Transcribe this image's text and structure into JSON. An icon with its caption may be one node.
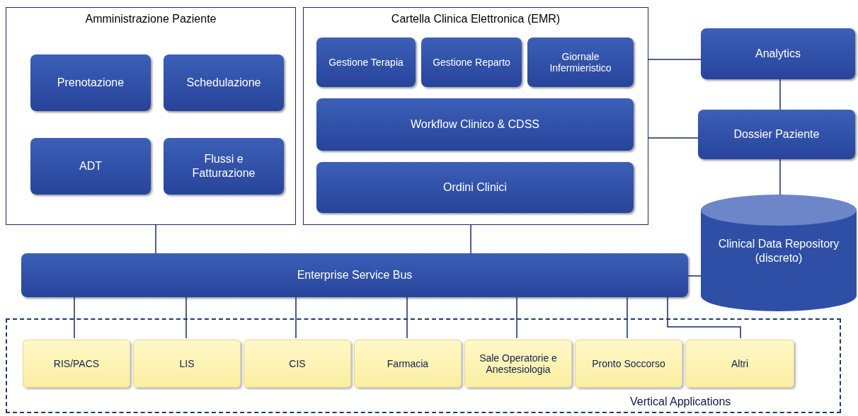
{
  "diagram": {
    "nodes": [
      {
        "text": [
          "Amministrazione Paziente"
        ]
      },
      {
        "text": [
          "Prenotazione"
        ],
        "in": 0
      },
      {
        "text": [
          "Schedulazione"
        ],
        "in": 0
      },
      {
        "text": [
          "ADT"
        ],
        "in": 0
      },
      {
        "text": [
          "Flussi e Fatturazione"
        ],
        "in": 0
      },
      {
        "text": [
          "Cartella Clinica Elettronica (EMR)"
        ]
      },
      {
        "text": [
          "Gestione Terapia"
        ],
        "in": 5
      },
      {
        "text": [
          "Gestione Reparto"
        ],
        "in": 5
      },
      {
        "text": [
          "Giornale Infermieristico"
        ],
        "in": 5
      },
      {
        "text": [
          "Workflow Clinico & CDSS"
        ],
        "in": 5
      },
      {
        "text": [
          "Ordini Clinici"
        ],
        "in": 5
      },
      {
        "text": [
          "Analytics"
        ]
      },
      {
        "text": [
          "Dossier Paziente"
        ]
      },
      {
        "text": [
          "Clinical Data Repository (discreto)"
        ]
      },
      {
        "text": [
          "Enterprise Service Bus"
        ]
      },
      {
        "text": [
          "Vertical Applications"
        ]
      },
      {
        "text": [
          "RIS/PACS"
        ],
        "in": 15
      },
      {
        "text": [
          "LIS"
        ],
        "in": 15
      },
      {
        "text": [
          "CIS"
        ],
        "in": 15
      },
      {
        "text": [
          "Farmacia"
        ],
        "in": 15
      },
      {
        "text": [
          "Sale Operatorie e Anestesiologia"
        ],
        "in": 15
      },
      {
        "text": [
          "Pronto Soccorso"
        ],
        "in": 15
      },
      {
        "text": [
          "Altri"
        ],
        "in": 15
      }
    ],
    "edges": [
      {
        "from": 0,
        "to": 14,
        "arrow": "none"
      },
      {
        "from": 5,
        "to": 14,
        "arrow": "none"
      },
      {
        "from": 5,
        "to": 11,
        "arrow": "none"
      },
      {
        "from": 5,
        "to": 12,
        "arrow": "none"
      },
      {
        "from": 11,
        "to": 12,
        "arrow": "none"
      },
      {
        "from": 12,
        "to": 13,
        "arrow": "none"
      },
      {
        "from": 14,
        "to": 13,
        "arrow": "none"
      },
      {
        "from": 14,
        "to": 16,
        "arrow": "none"
      },
      {
        "from": 14,
        "to": 17,
        "arrow": "none"
      },
      {
        "from": 14,
        "to": 18,
        "arrow": "none"
      },
      {
        "from": 14,
        "to": 19,
        "arrow": "none"
      },
      {
        "from": 14,
        "to": 20,
        "arrow": "none"
      },
      {
        "from": 14,
        "to": 21,
        "arrow": "none"
      },
      {
        "from": 14,
        "to": 22,
        "arrow": "none"
      }
    ]
  }
}
